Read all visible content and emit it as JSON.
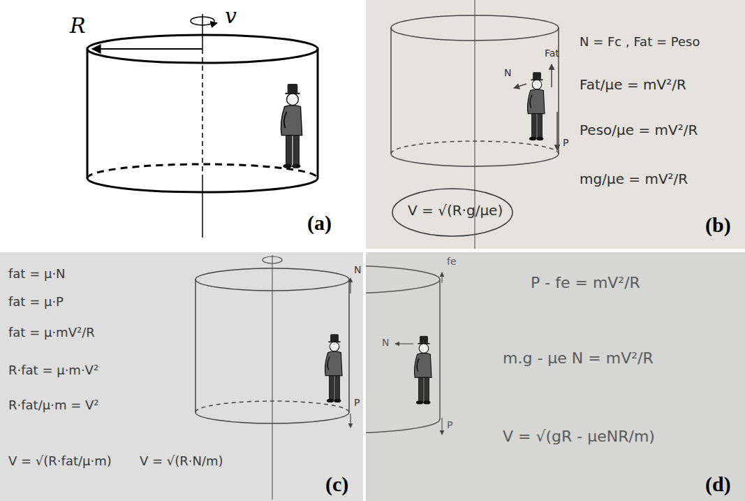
{
  "diagram": {
    "labels": [
      "R",
      "v",
      "(a)",
      "N",
      "Fat",
      "P",
      "N = Fc , Fat = Peso",
      "Fat/μe = mV²/R",
      "Peso/μe = mV²/R",
      "mg/μe = mV²/R",
      "V = √(R·g/μe)",
      "(b)",
      "fat = μ·N",
      "fat = μ·P",
      "fat = μ·mV²/R",
      "R·fat = μ·m·V²",
      "R·fat/μ·m = V²",
      "V = √(R·fat/μ·m)",
      "V = √(R·N/m)",
      "N",
      "P",
      "(c)",
      "fe",
      "N",
      "P",
      "P - fe = mV²/R",
      "m.g - μe N = mV²/R",
      "V = √(gR - μeNR/m)",
      "(d)"
    ]
  }
}
